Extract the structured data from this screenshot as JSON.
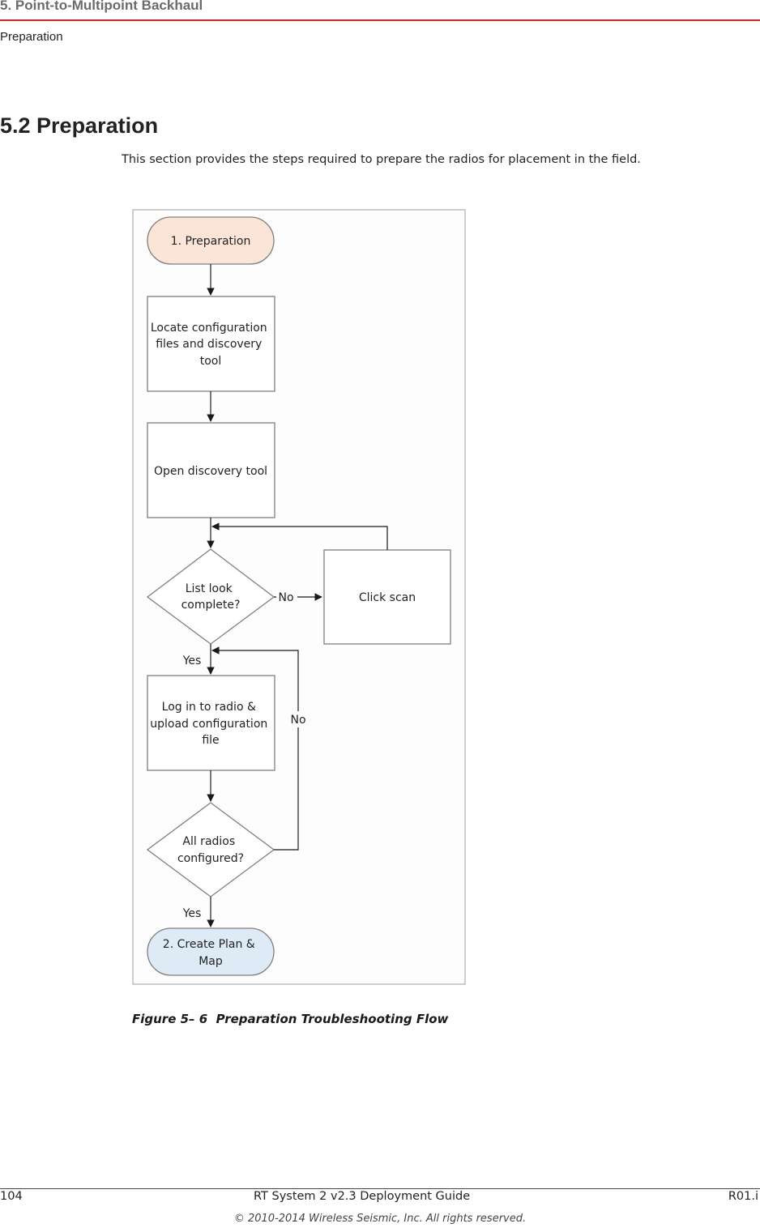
{
  "header": {
    "chapter": "5. Point-to-Multipoint Backhaul",
    "section": "Preparation"
  },
  "section": {
    "heading": "5.2 Preparation",
    "intro": "This section provides the steps required to prepare the radios for placement in the field."
  },
  "flowchart": {
    "start": "1. Preparation",
    "step_locate": [
      "Locate configuration",
      "files and discovery",
      "tool"
    ],
    "step_open": "Open discovery tool",
    "decision_list": [
      "List look",
      "complete?"
    ],
    "step_scan": "Click scan",
    "step_login": [
      "Log in to radio &",
      "upload configuration",
      "file"
    ],
    "decision_radios": [
      "All radios",
      "configured?"
    ],
    "end": [
      "2. Create Plan &",
      "Map"
    ],
    "label_no_1": "No",
    "label_yes_1": "Yes",
    "label_no_2": "No",
    "label_yes_2": "Yes",
    "colors": {
      "start_fill": "#fbe5d6",
      "end_fill": "#deebf7",
      "shape_stroke": "#7f7f7f",
      "arrow": "#1a1a1a"
    }
  },
  "caption": {
    "label": "Figure 5– 6",
    "title": "Preparation Troubleshooting Flow"
  },
  "footer": {
    "page": "104",
    "title": "RT System 2 v2.3 Deployment Guide",
    "revision": "R01.i",
    "copyright": "© 2010-2014 Wireless Seismic, Inc. All rights reserved."
  }
}
